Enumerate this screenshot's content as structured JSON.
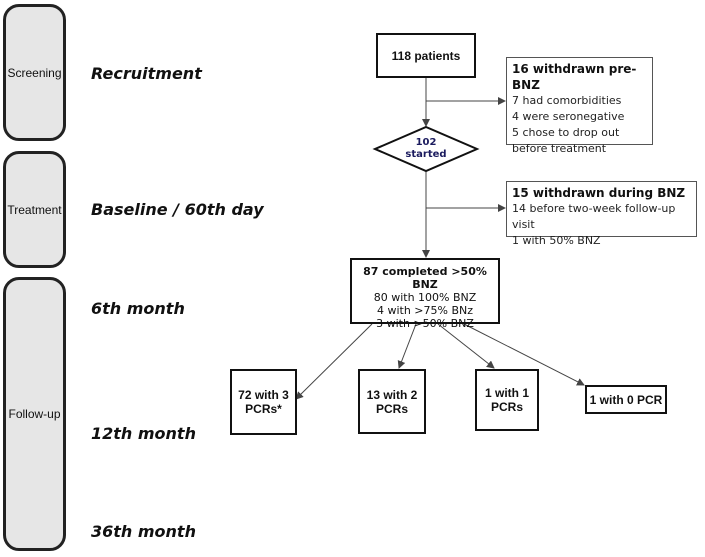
{
  "phases": {
    "screening": "Screening",
    "treatment": "Treatment",
    "followup": "Follow-up"
  },
  "timepoints": {
    "recruitment": "Recruitment",
    "baseline": "Baseline / 60th day",
    "m6": "6th month",
    "m12": "12th month",
    "m36": "36th month"
  },
  "flow": {
    "patients": "118 patients",
    "started_n": "102",
    "started_label": "started",
    "pre": {
      "title": "16 withdrawn pre-BNZ",
      "lines": [
        "7 had comorbidities",
        "4 were seronegative",
        "5 chose to drop out",
        "before treatment"
      ]
    },
    "during": {
      "title": "15 withdrawn during BNZ",
      "lines": [
        "14 before two-week follow-up visit",
        "1 with 50% BNZ"
      ]
    },
    "completed": {
      "title": "87 completed >50% BNZ",
      "lines": [
        "80 with 100% BNZ",
        "4 with >75% BNz",
        "3 with >50% BNZ"
      ]
    },
    "outcomes": [
      {
        "line1": "72 with 3",
        "line2": "PCRs*"
      },
      {
        "line1": "13 with 2",
        "line2": "PCRs"
      },
      {
        "line1": "1 with 1",
        "line2": "PCRs"
      },
      {
        "line1": "1 with 0 PCR",
        "line2": ""
      }
    ]
  }
}
